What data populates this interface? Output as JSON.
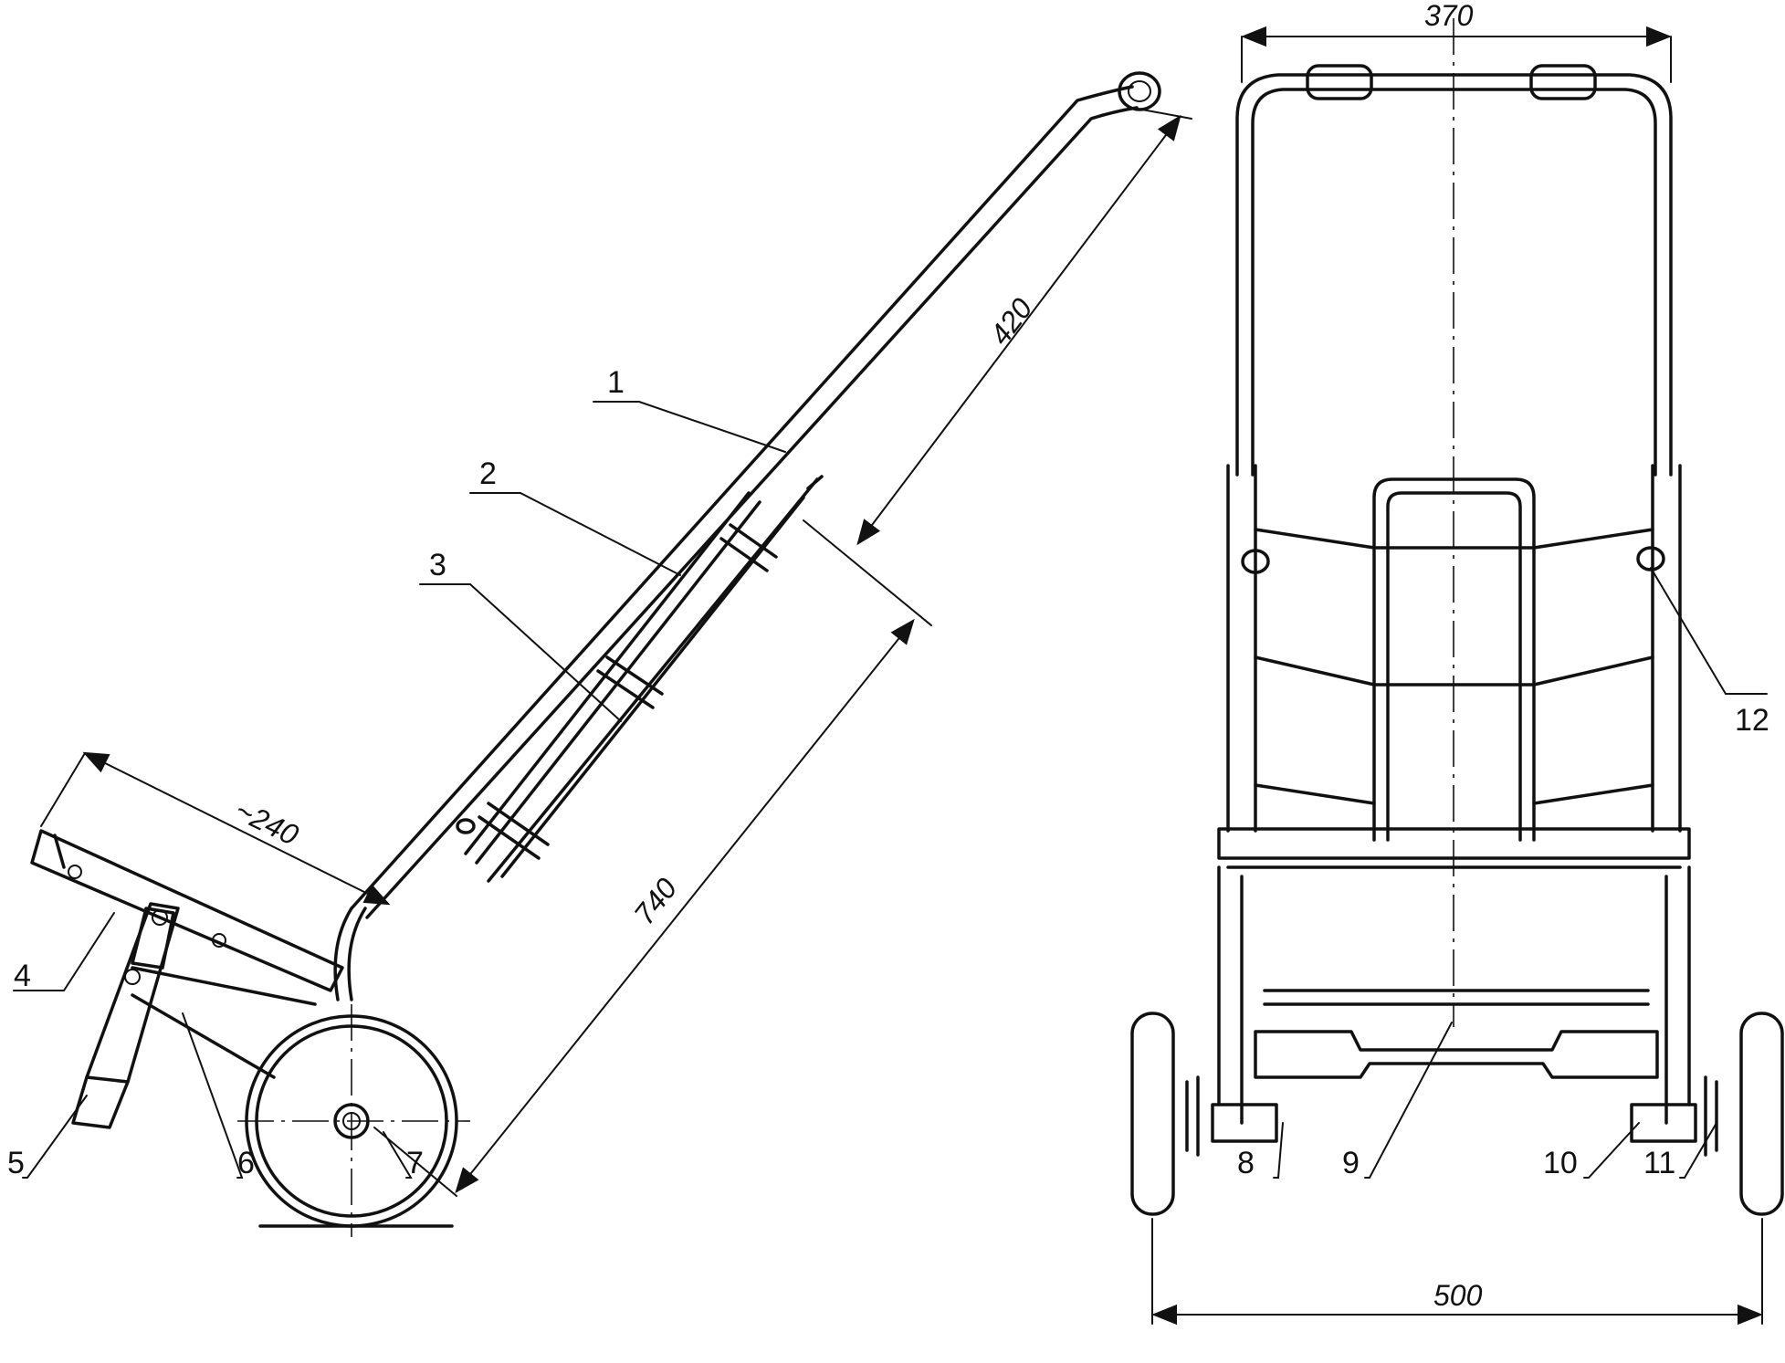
{
  "callouts": [
    "1",
    "2",
    "3",
    "4",
    "5",
    "6",
    "7",
    "8",
    "9",
    "10",
    "11",
    "12"
  ],
  "dimensions": {
    "handle_length": "420",
    "frame_length": "740",
    "platform_length": "~240",
    "top_width": "370",
    "wheel_track": "500"
  }
}
